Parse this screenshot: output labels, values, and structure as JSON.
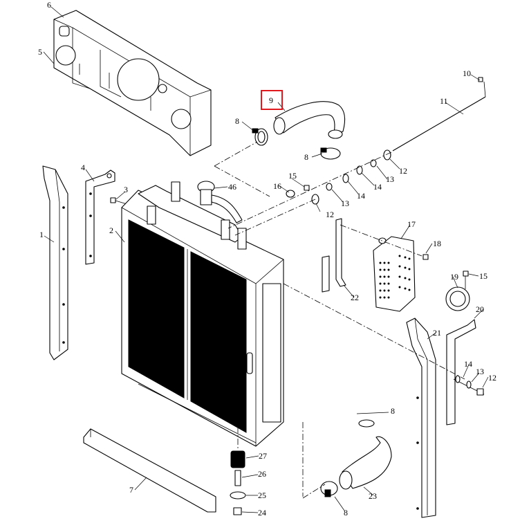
{
  "diagram": {
    "highlight_color": "#e0191e",
    "highlighted_callout": "9",
    "callouts": [
      {
        "id": "c1",
        "label": "1"
      },
      {
        "id": "c2",
        "label": "2"
      },
      {
        "id": "c3",
        "label": "3"
      },
      {
        "id": "c4",
        "label": "4"
      },
      {
        "id": "c5",
        "label": "5"
      },
      {
        "id": "c6",
        "label": "6"
      },
      {
        "id": "c7",
        "label": "7"
      },
      {
        "id": "c8a",
        "label": "8"
      },
      {
        "id": "c8b",
        "label": "8"
      },
      {
        "id": "c8c",
        "label": "8"
      },
      {
        "id": "c8d",
        "label": "8"
      },
      {
        "id": "c9",
        "label": "9"
      },
      {
        "id": "c10",
        "label": "10"
      },
      {
        "id": "c11",
        "label": "11"
      },
      {
        "id": "c12a",
        "label": "12"
      },
      {
        "id": "c12b",
        "label": "12"
      },
      {
        "id": "c12c",
        "label": "12"
      },
      {
        "id": "c13a",
        "label": "13"
      },
      {
        "id": "c13b",
        "label": "13"
      },
      {
        "id": "c13c",
        "label": "13"
      },
      {
        "id": "c14a",
        "label": "14"
      },
      {
        "id": "c14b",
        "label": "14"
      },
      {
        "id": "c14c",
        "label": "14"
      },
      {
        "id": "c15a",
        "label": "15"
      },
      {
        "id": "c15b",
        "label": "15"
      },
      {
        "id": "c16",
        "label": "16"
      },
      {
        "id": "c17",
        "label": "17"
      },
      {
        "id": "c18",
        "label": "18"
      },
      {
        "id": "c19",
        "label": "19"
      },
      {
        "id": "c20",
        "label": "20"
      },
      {
        "id": "c21",
        "label": "21"
      },
      {
        "id": "c22",
        "label": "22"
      },
      {
        "id": "c23",
        "label": "23"
      },
      {
        "id": "c24",
        "label": "24"
      },
      {
        "id": "c25",
        "label": "25"
      },
      {
        "id": "c26",
        "label": "26"
      },
      {
        "id": "c27",
        "label": "27"
      },
      {
        "id": "c46",
        "label": "46"
      }
    ]
  }
}
